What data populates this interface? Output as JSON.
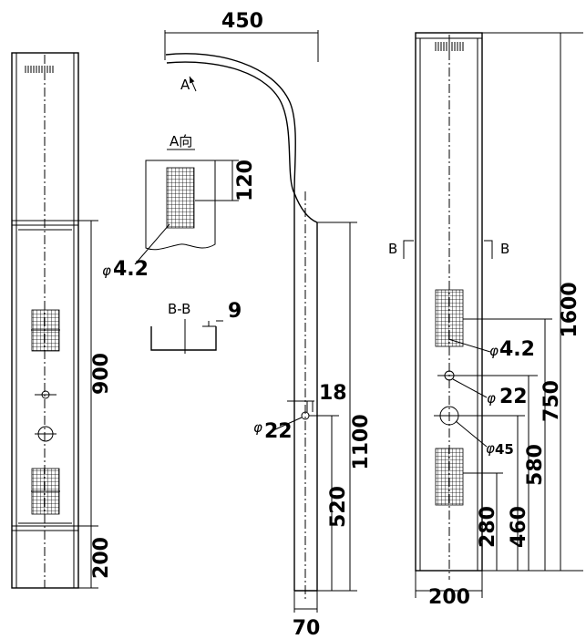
{
  "dimensions": {
    "top_width": "450",
    "a_view_height": "120",
    "a_view_hole_dia": "4.2",
    "bb_depth": "9",
    "left_panel_height": "900",
    "left_bottom_height": "200",
    "side_pipe_offset": "18",
    "side_pipe_dia": "22",
    "side_height": "1100",
    "side_lower_height": "520",
    "side_depth": "70",
    "front_total_height": "1600",
    "front_hole_dia": "4.2",
    "front_height_750": "750",
    "front_small_dia": "22",
    "front_height_580": "580",
    "front_large_dia": "45",
    "front_height_460": "460",
    "front_height_280": "280",
    "front_width": "200"
  },
  "labels": {
    "arrow_a": "A",
    "view_a": "A向",
    "section_bb": "B-B",
    "section_b_left": "B",
    "section_b_right": "B",
    "phi": "φ"
  }
}
